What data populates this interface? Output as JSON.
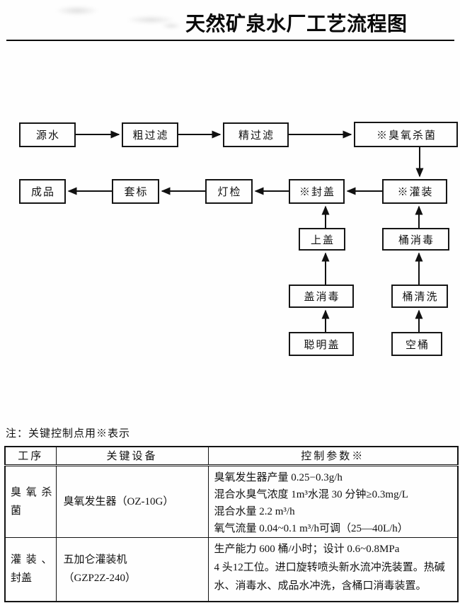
{
  "title": "天然矿泉水厂工艺流程图",
  "note": "注：关键控制点用※表示",
  "critical_marker": "※",
  "flowchart": {
    "nodes": [
      {
        "id": "source-water",
        "label": "源水"
      },
      {
        "id": "coarse-filtration",
        "label": "粗过滤"
      },
      {
        "id": "fine-filtration",
        "label": "精过滤"
      },
      {
        "id": "ozone-sterilization",
        "label": "※臭氧杀菌"
      },
      {
        "id": "finished-product",
        "label": "成品"
      },
      {
        "id": "labeling",
        "label": "套标"
      },
      {
        "id": "light-inspection",
        "label": "灯检"
      },
      {
        "id": "capping",
        "label": "※封盖"
      },
      {
        "id": "filling",
        "label": "※灌装"
      },
      {
        "id": "cap-loading",
        "label": "上盖"
      },
      {
        "id": "barrel-disinfection",
        "label": "桶消毒"
      },
      {
        "id": "cap-disinfection",
        "label": "盖消毒"
      },
      {
        "id": "barrel-washing",
        "label": "桶清洗"
      },
      {
        "id": "smart-cap",
        "label": "聪明盖"
      },
      {
        "id": "empty-barrel",
        "label": "空桶"
      }
    ]
  },
  "table": {
    "headers": [
      "工序",
      "关键设备",
      "控制参数※"
    ],
    "rows": [
      {
        "process": "臭氧杀菌",
        "equipment": [
          "臭氧发生器（OZ-10G）"
        ],
        "parameters": [
          "臭氧发生器产量 0.25−0.3g/h",
          "混合水臭气浓度 1m³水混 30 分钟≥0.3mg/L",
          "混合水量 2.2 m³/h",
          "氧气流量 0.04~0.1 m³/h可调（25—40L/h）"
        ]
      },
      {
        "process": "灌装、封盖",
        "equipment": [
          "五加仑灌装机",
          "（GZP2Z-240）"
        ],
        "parameters": [
          "生产能力 600 桶/小时；设计 0.6~0.8MPa",
          "4 头12工位。进口旋转喷头新水流冲洗装置。热碱水、消毒水、成品水冲洗，含桶口消毒装置。"
        ]
      }
    ]
  }
}
